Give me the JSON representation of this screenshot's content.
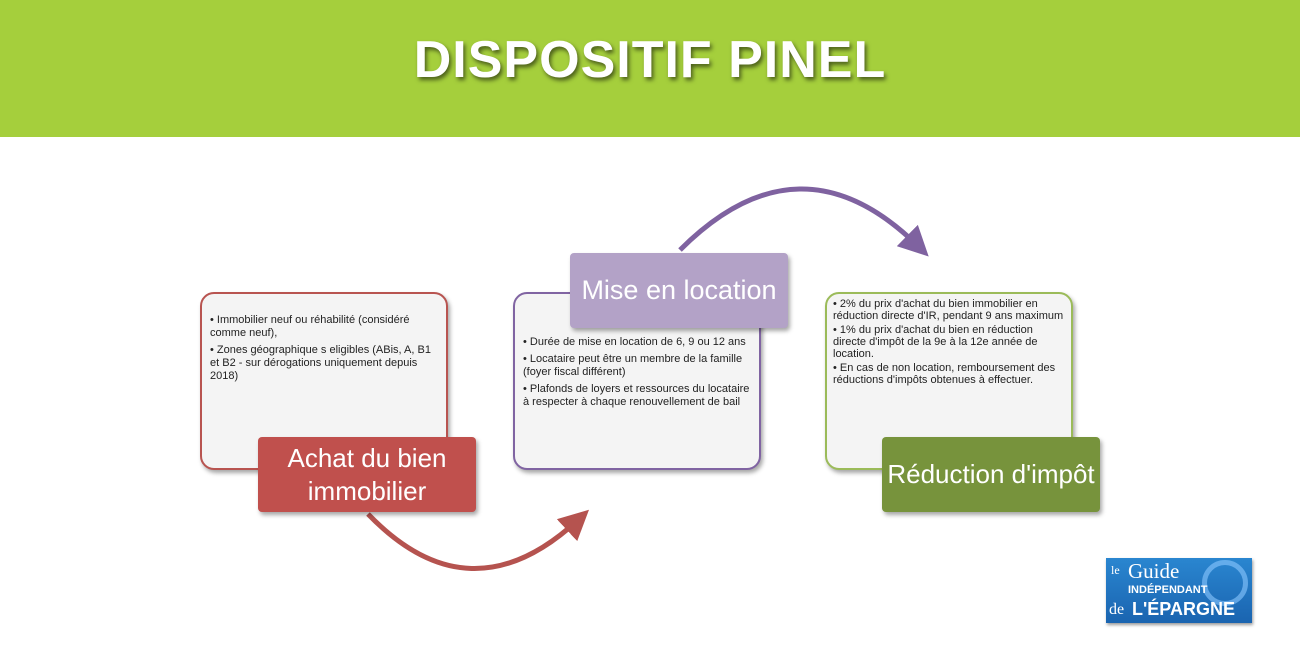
{
  "title": "DISPOSITIF PINEL",
  "colors": {
    "header": "#a5cf3c",
    "step1": "#c0504d",
    "step2": "#b3a2c7",
    "step3": "#77933c"
  },
  "steps": [
    {
      "label": "Achat du bien immobilier",
      "bullets": [
        "Immobilier neuf ou réhabilité (considéré comme neuf),",
        "Zones géographique s eligibles (ABis, A, B1 et B2 - sur dérogations uniquement depuis 2018)"
      ]
    },
    {
      "label": "Mise en location",
      "bullets": [
        "Durée de mise en location de 6, 9 ou 12 ans",
        "Locataire peut être un membre de la famille (foyer fiscal différent)",
        "Plafonds de loyers et ressources du locataire à respecter à chaque renouvellement de bail"
      ]
    },
    {
      "label": "Réduction d'impôt",
      "bullets": [
        "2% du prix d'achat du bien immobilier en réduction directe d'IR, pendant 9 ans maximum",
        "1% du prix d'achat du bien en réduction directe d'impôt de la 9e à la 12e année de location.",
        "En cas de non location, remboursement des réductions d'impôts obtenues à effectuer."
      ]
    }
  ],
  "logo": {
    "line1": "le",
    "line2": "Guide",
    "line3": "INDÉPENDANT",
    "line4": "de",
    "line5": "L'ÉPARGNE"
  }
}
